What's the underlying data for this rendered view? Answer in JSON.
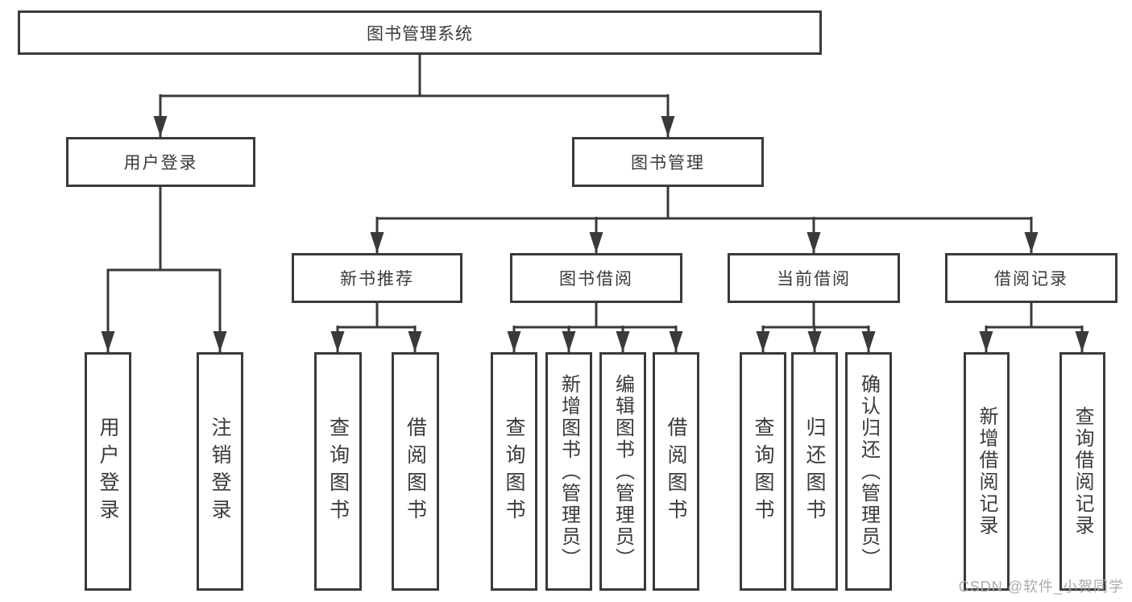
{
  "tree": {
    "label": "图书管理系统",
    "children": [
      {
        "label": "用户登录",
        "children": [
          {
            "label": "用户登录"
          },
          {
            "label": "注销登录"
          }
        ]
      },
      {
        "label": "图书管理",
        "children": [
          {
            "label": "新书推荐",
            "children": [
              {
                "label": "查询图书"
              },
              {
                "label": "借阅图书"
              }
            ]
          },
          {
            "label": "图书借阅",
            "children": [
              {
                "label": "查询图书"
              },
              {
                "label": "新增图书（管理员）"
              },
              {
                "label": "编辑图书（管理员）"
              },
              {
                "label": "借阅图书"
              }
            ]
          },
          {
            "label": "当前借阅",
            "children": [
              {
                "label": "查询图书"
              },
              {
                "label": "归还图书"
              },
              {
                "label": "确认归还（管理员）"
              }
            ]
          },
          {
            "label": "借阅记录",
            "children": [
              {
                "label": "新增借阅记录"
              },
              {
                "label": "查询借阅记录"
              }
            ]
          }
        ]
      }
    ]
  },
  "watermark": {
    "text": "CSDN @软件_小贺同学"
  },
  "colors": {
    "line": "#3a3a3a",
    "text": "#3a3a3a",
    "box_fill": "#ffffff",
    "background": "#ffffff",
    "watermark": "#ababab"
  }
}
